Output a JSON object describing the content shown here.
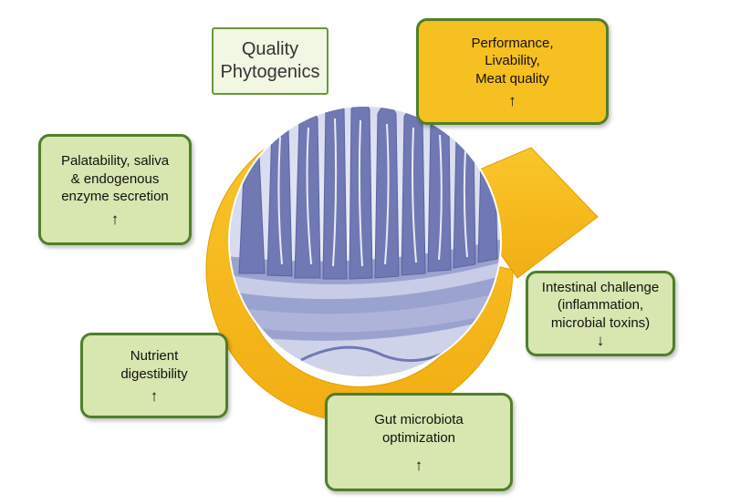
{
  "colors": {
    "cycle_arrow": "#f6b81a",
    "box_fill": "#d8e6b0",
    "box_border": "#4f7f2a",
    "highlight_fill": "#f6c020",
    "tissue_stain": "#7079b4"
  },
  "center_image": {
    "icon": "intestinal-villi-micrograph"
  },
  "boxes": {
    "quality_phytogenics": {
      "lines": [
        "Quality",
        "Phytogenics"
      ]
    },
    "performance": {
      "lines": [
        "Performance,",
        "Livability,",
        "Meat quality"
      ],
      "arrow": "↑",
      "arrow_icon": "up-arrow-icon"
    },
    "palatability": {
      "lines": [
        "Palatability, saliva",
        "& endogenous",
        "enzyme secretion"
      ],
      "arrow": "↑",
      "arrow_icon": "up-arrow-icon"
    },
    "intestinal_challenge": {
      "lines": [
        "Intestinal challenge",
        "(inflammation,",
        "microbial toxins)"
      ],
      "arrow": "↓",
      "arrow_icon": "down-arrow-icon"
    },
    "nutrient": {
      "lines": [
        "Nutrient",
        "digestibility"
      ],
      "arrow": "↑",
      "arrow_icon": "up-arrow-icon"
    },
    "gut": {
      "lines": [
        "Gut microbiota",
        "optimization"
      ],
      "arrow": "↑",
      "arrow_icon": "up-arrow-icon"
    }
  }
}
